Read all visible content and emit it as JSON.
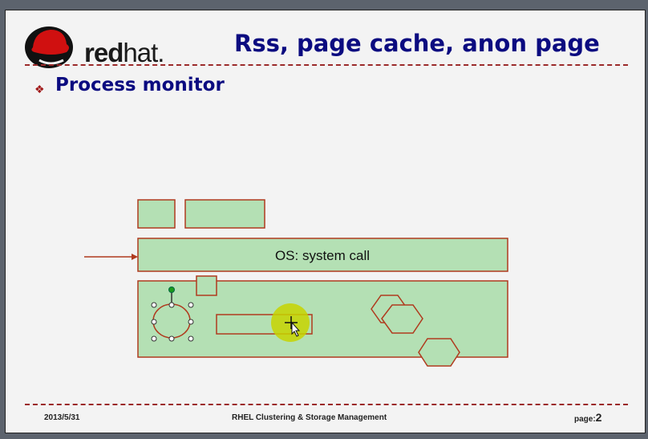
{
  "logo": {
    "text_bold": "red",
    "text_light": "hat."
  },
  "title": "Rss, page cache, anon page",
  "bullet_heading": "Process monitor",
  "diagram": {
    "os_box_label": "OS: system call"
  },
  "footer": {
    "date": "2013/5/31",
    "center": "RHEL Clustering & Storage Management",
    "page_label": "page:",
    "page_number": "2"
  },
  "colors": {
    "shape_fill": "#b4e0b4",
    "shape_stroke": "#b03a1e",
    "title": "#0b0b80"
  }
}
